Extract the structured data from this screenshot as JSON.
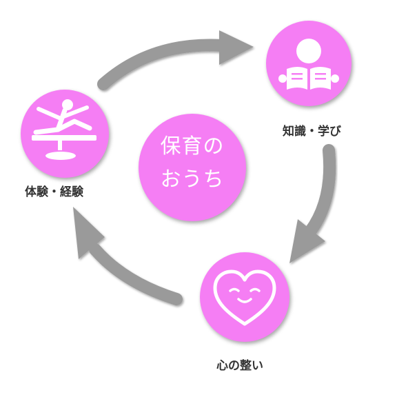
{
  "colors": {
    "node_fill": "#f57ef4",
    "arrow": "#9a9a9a",
    "icon": "#ffffff",
    "label_text": "#333333"
  },
  "center": {
    "line1": "保育の",
    "line2": "おうち"
  },
  "nodes": {
    "top_right": {
      "label": "知識・学び",
      "icon": "reading-book-icon"
    },
    "bottom": {
      "label": "心の整い",
      "icon": "smiling-heart-icon"
    },
    "left": {
      "label": "体験・経験",
      "icon": "gymnast-on-beam-icon"
    }
  },
  "cycle": [
    "知識・学び",
    "心の整い",
    "体験・経験"
  ]
}
